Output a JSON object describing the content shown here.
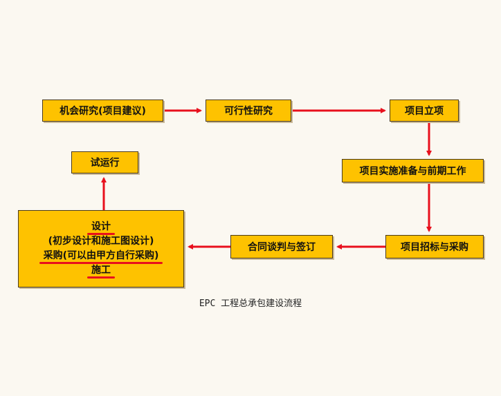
{
  "nodes": {
    "opportunity": "机会研究(项目建议)",
    "feasibility": "可行性研究",
    "project_approval": "项目立项",
    "preparation": "项目实施准备与前期工作",
    "bidding": "项目招标与采购",
    "contract": "合同谈判与签订",
    "trial_run": "试运行",
    "main": {
      "line1": "设计",
      "line2": "(初步设计和施工图设计)",
      "line3": "采购(可以由甲方自行采购)",
      "line4": "施工"
    }
  },
  "caption": "EPC 工程总承包建设流程",
  "colors": {
    "box_fill": "#fec200",
    "arrow": "#e8101d",
    "underline": "#e8101d"
  }
}
